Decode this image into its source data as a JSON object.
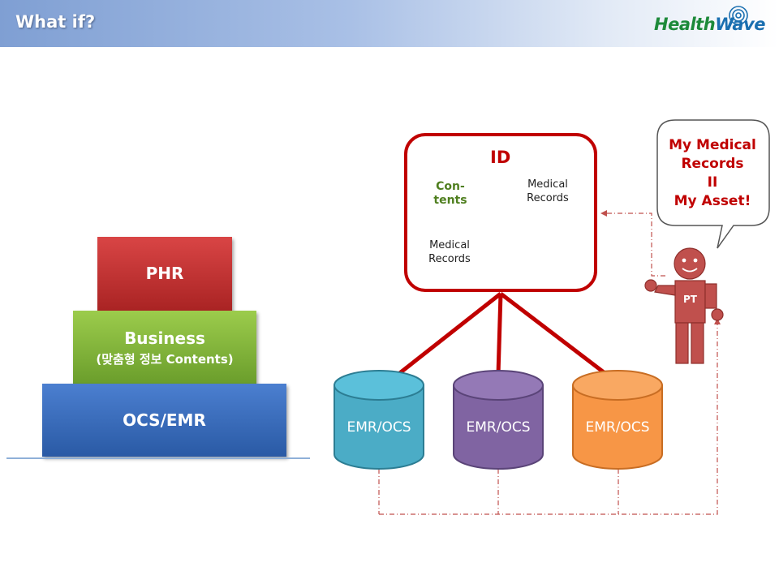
{
  "header": {
    "title": "What if?",
    "logo_part1": "Health",
    "logo_part2": "Wave"
  },
  "pyramid": {
    "top": "PHR",
    "middle": "Business",
    "middle_sub": "(맞춤형 정보 Contents)",
    "bottom": "OCS/EMR"
  },
  "id_box": {
    "label": "ID",
    "contents_note": "Con-\ntents",
    "medical_records_yellow": "Medical\nRecords",
    "medical_records_blue": "Medical\nRecords"
  },
  "databases": [
    "EMR/OCS",
    "EMR/OCS",
    "EMR/OCS"
  ],
  "patient": {
    "label": "PT",
    "speech": [
      "My Medical",
      "Records",
      "II",
      "My Asset!"
    ]
  },
  "colors": {
    "phr": "#c03030",
    "business": "#84b63b",
    "ocs": "#3a6dbd",
    "id_border": "#c00000",
    "db_teal": "#4bacc6",
    "db_purple": "#8064a2",
    "db_orange": "#f79646",
    "patient": "#c0504d"
  }
}
